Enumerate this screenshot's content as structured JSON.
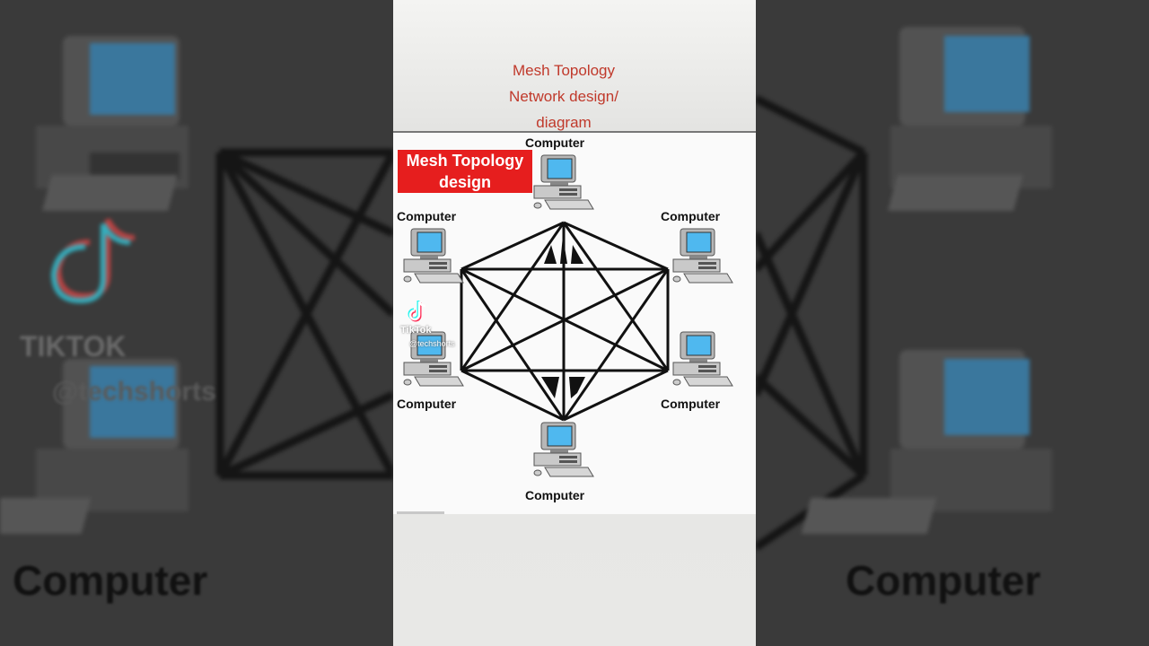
{
  "caption": {
    "line1": "Mesh Topology",
    "line2": "Network design/",
    "line3": "diagram"
  },
  "badge": {
    "line1": "Mesh Topology",
    "line2": "design"
  },
  "nodes": [
    {
      "id": "top",
      "label": "Computer"
    },
    {
      "id": "upper-left",
      "label": "Computer"
    },
    {
      "id": "upper-right",
      "label": "Computer"
    },
    {
      "id": "lower-left",
      "label": "Computer"
    },
    {
      "id": "lower-right",
      "label": "Computer"
    },
    {
      "id": "bottom",
      "label": "Computer"
    }
  ],
  "watermark": {
    "brand": "TikTok",
    "handle": "@techshorts"
  },
  "background": {
    "label": "Computer",
    "brand": "TIKTOK",
    "handle": "@techshorts"
  },
  "colors": {
    "caption_text": "#c0392b",
    "badge_bg": "#e61e1e",
    "screen": "#4fb8ef",
    "link": "#111111"
  }
}
